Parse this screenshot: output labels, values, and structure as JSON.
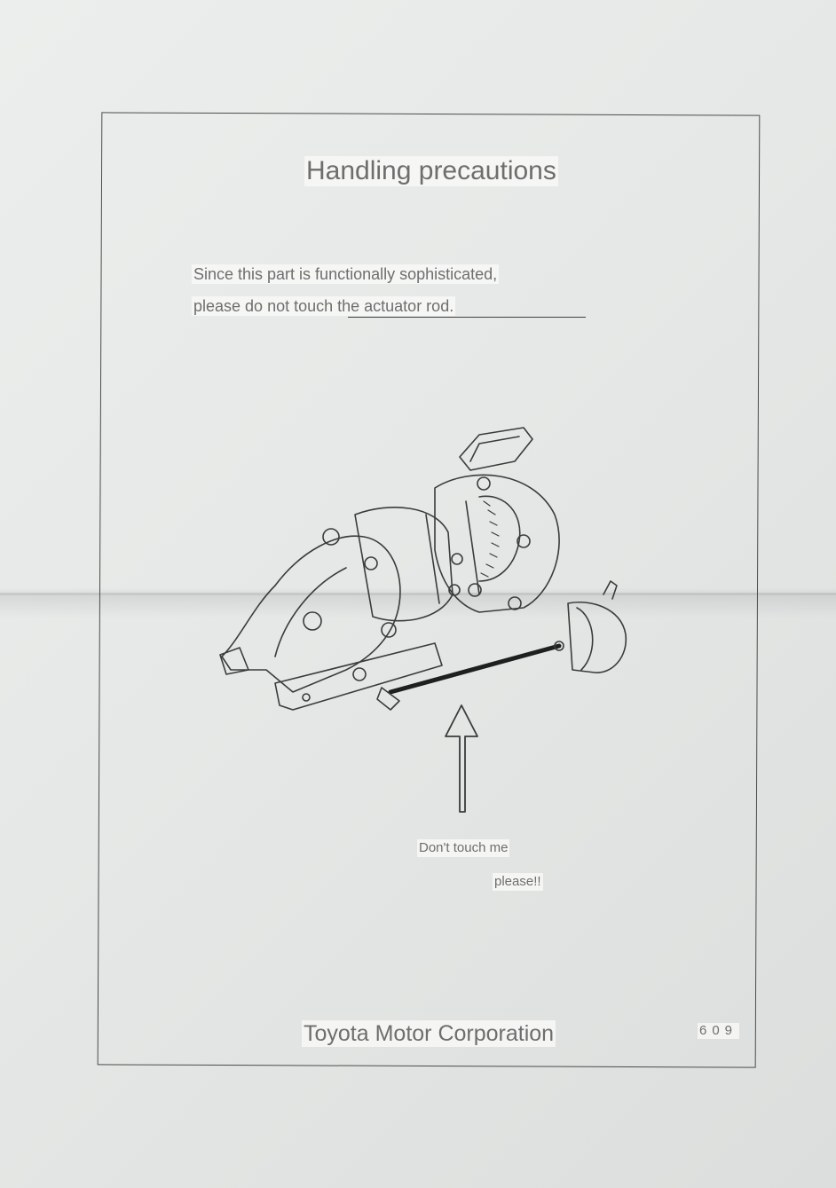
{
  "document": {
    "title": "Handling precautions",
    "body_line1": "Since this part is functionally sophisticated,",
    "body_line2": "please do not touch the actuator rod.",
    "note_line1": "Don't touch me",
    "note_line2": "please!!",
    "footer": "Toyota Motor Corporation",
    "page_number": "609"
  },
  "figure": {
    "subject": "turbocharger-illustration",
    "pointer": "arrow-up"
  }
}
